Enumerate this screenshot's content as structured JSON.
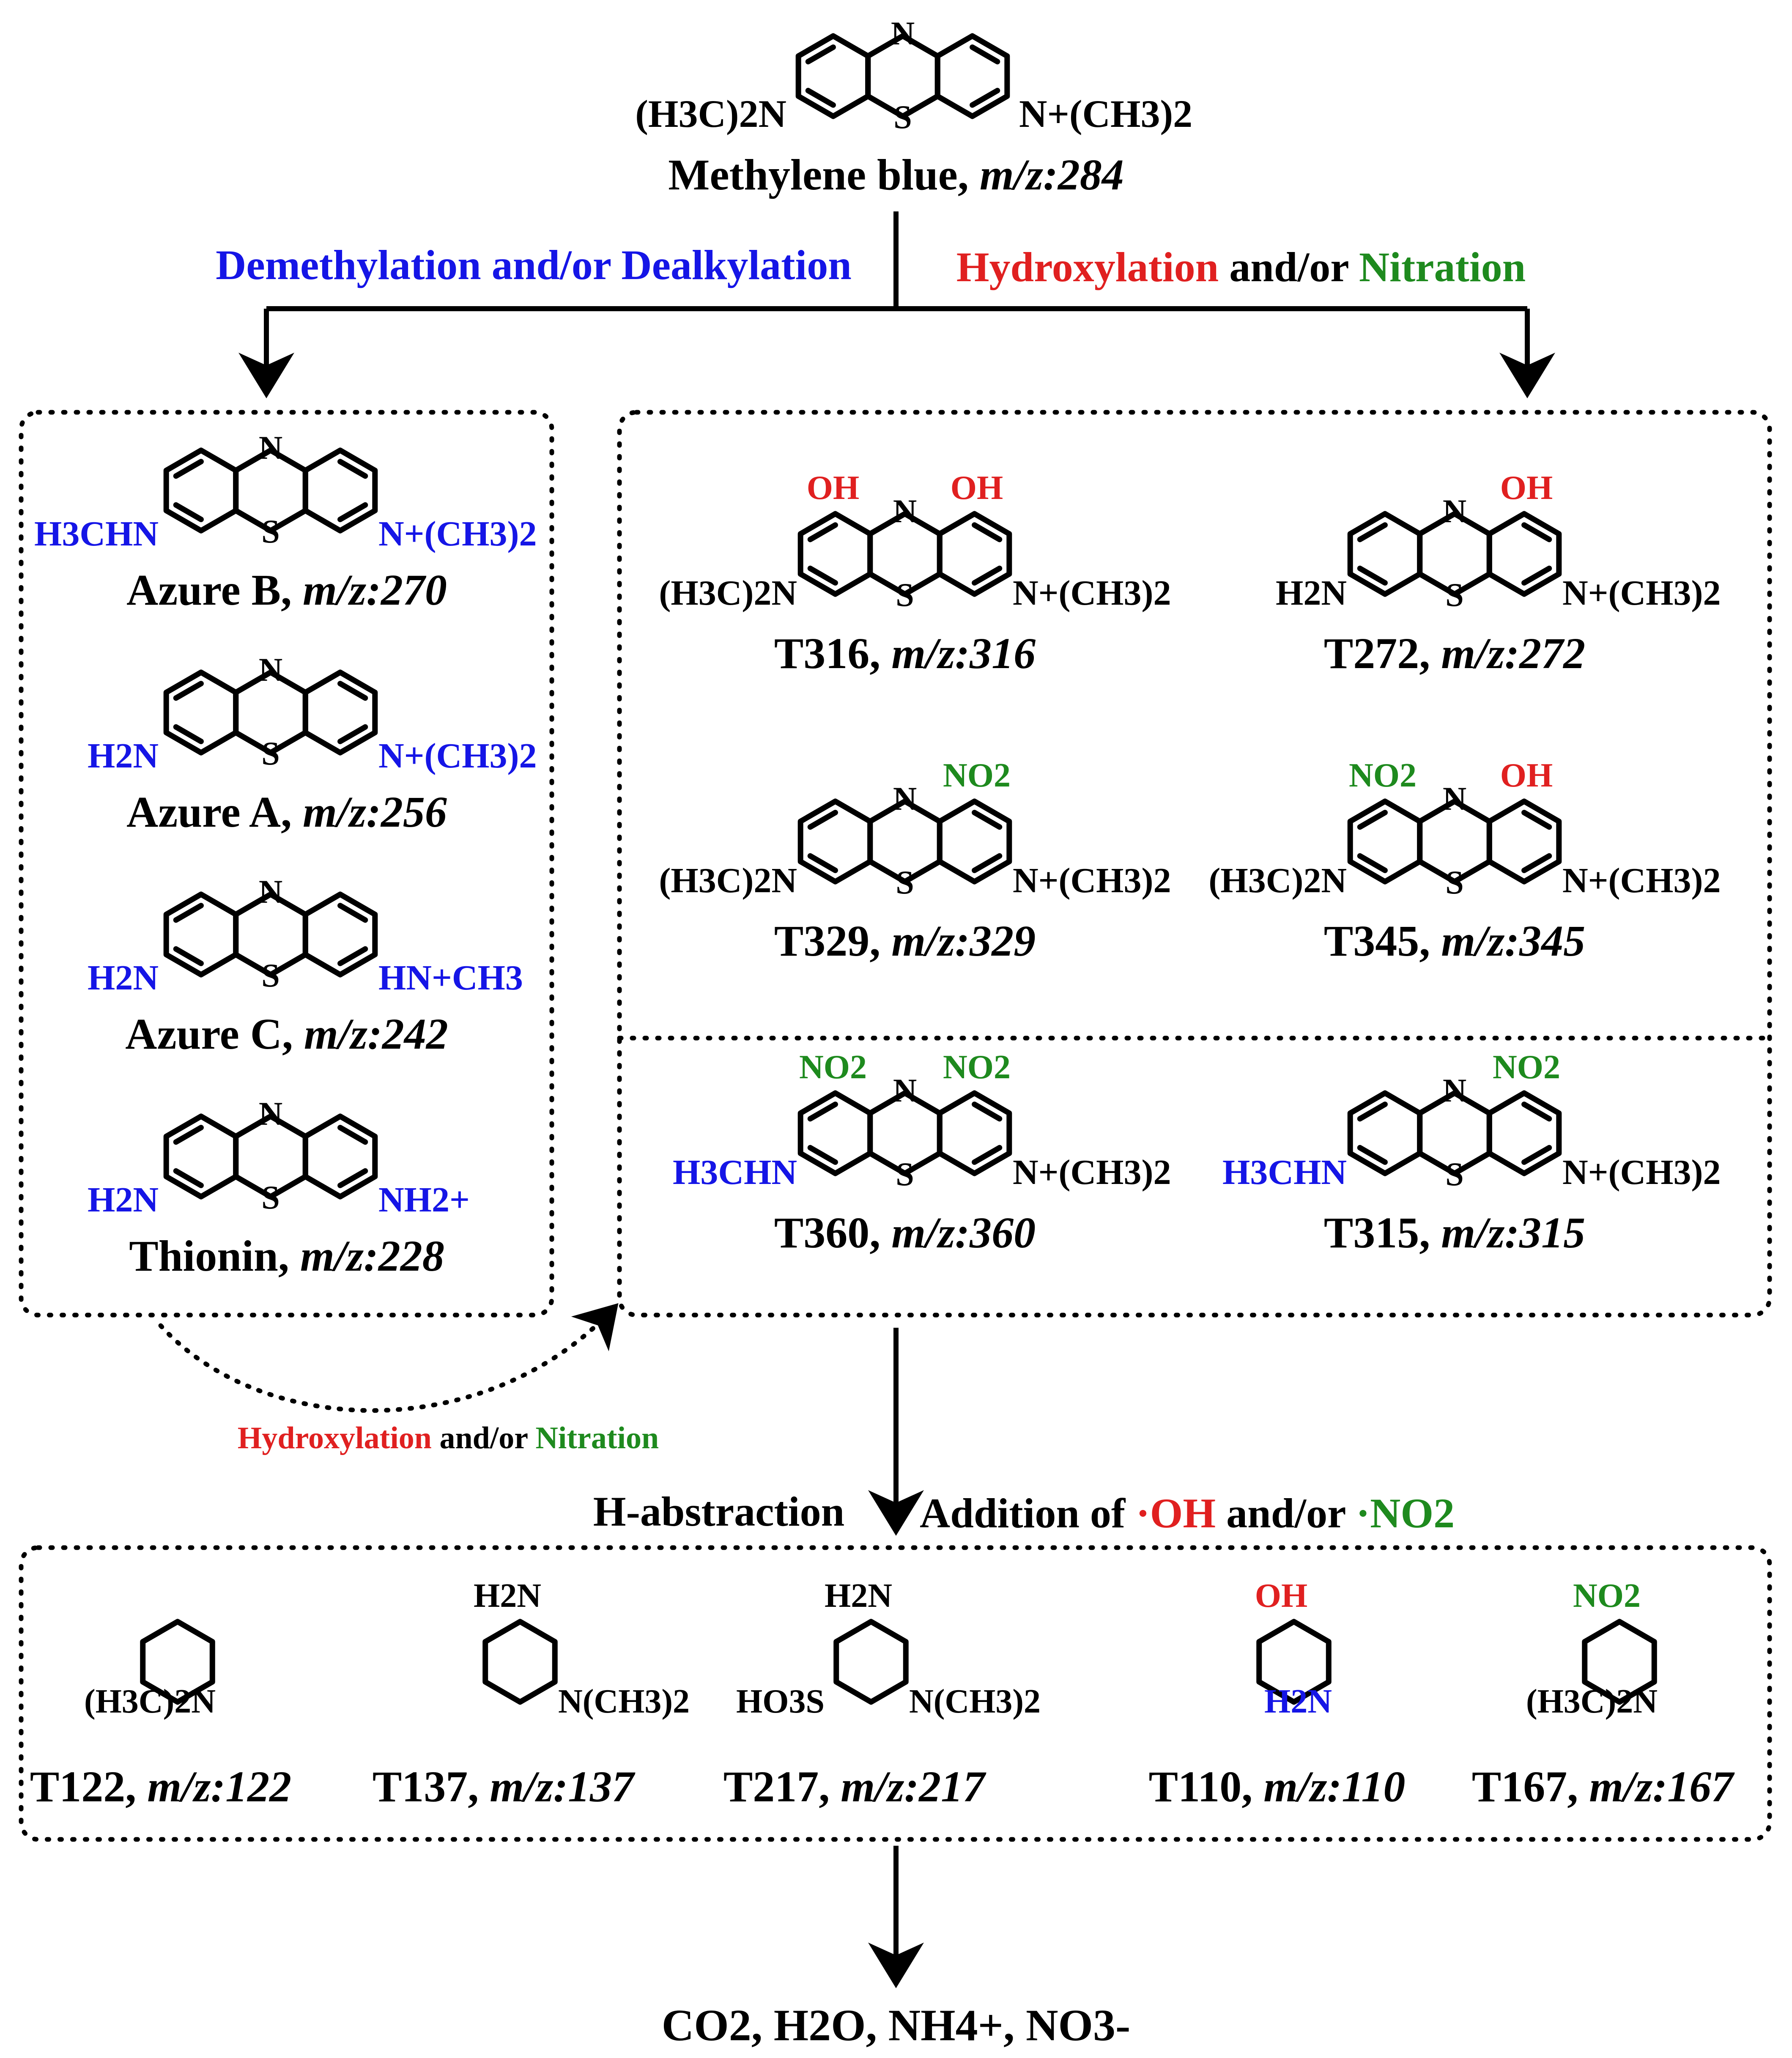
{
  "colors": {
    "black": "#000000",
    "blue": "#1515e6",
    "red": "#e02020",
    "green": "#1e8a1e"
  },
  "top": {
    "mb_left": "(H3C)2N",
    "mb_right": "N+(CH3)2",
    "mb_label_name": "Methylene blue,",
    "mb_label_mz": "m/z:284"
  },
  "branch": {
    "left_label": "Demethylation and/or Dealkylation",
    "right_hydroxylation": "Hydroxylation",
    "right_andor": "and/or",
    "right_nitration": "Nitration"
  },
  "azures": [
    {
      "name": "Azure B,",
      "mz": "m/z:270",
      "left": "H3CHN",
      "right": "N+(CH3)2"
    },
    {
      "name": "Azure A,",
      "mz": "m/z:256",
      "left": "H2N",
      "right": "N+(CH3)2"
    },
    {
      "name": "Azure C,",
      "mz": "m/z:242",
      "left": "H2N",
      "right": "HN+CH3"
    },
    {
      "name": "Thionin,",
      "mz": "m/z:228",
      "left": "H2N",
      "right": "NH2+"
    }
  ],
  "tproducts": [
    {
      "id": "T316",
      "mz": "m/z:316",
      "left": "(H3C)2N",
      "right": "N+(CH3)2",
      "sub1": "OH",
      "sub2": "OH"
    },
    {
      "id": "T272",
      "mz": "m/z:272",
      "left": "H2N",
      "right": "N+(CH3)2",
      "sub2": "OH"
    },
    {
      "id": "T329",
      "mz": "m/z:329",
      "left": "(H3C)2N",
      "right": "N+(CH3)2",
      "sub2": "NO2"
    },
    {
      "id": "T345",
      "mz": "m/z:345",
      "left": "(H3C)2N",
      "right": "N+(CH3)2",
      "sub1": "NO2",
      "sub2": "OH"
    },
    {
      "id": "T360",
      "mz": "m/z:360",
      "left": "H3CHN",
      "right": "N+(CH3)2",
      "sub1": "NO2",
      "sub2": "NO2"
    },
    {
      "id": "T315",
      "mz": "m/z:315",
      "left": "H3CHN",
      "right": "N+(CH3)2",
      "sub2": "NO2"
    }
  ],
  "side_arrow": {
    "hydroxylation": "Hydroxylation",
    "andor": "and/or",
    "nitration": "Nitration"
  },
  "middle": {
    "h_abstraction": "H-abstraction",
    "addition_prefix": "Addition of",
    "oh_radical": "·OH",
    "andor": "and/or",
    "no2_radical": "·NO2"
  },
  "small": [
    {
      "id": "T122",
      "mz": "m/z:122",
      "amine": "(H3C)2N"
    },
    {
      "id": "T137",
      "mz": "m/z:137",
      "top": "H2N",
      "amine": "N(CH3)2"
    },
    {
      "id": "T217",
      "mz": "m/z:217",
      "top": "H2N",
      "side": "HO3S",
      "amine": "N(CH3)2"
    },
    {
      "id": "T110",
      "mz": "m/z:110",
      "top": "OH",
      "amine": "H2N"
    },
    {
      "id": "T167",
      "mz": "m/z:167",
      "top": "NO2",
      "amine": "(H3C)2N"
    }
  ],
  "final": "CO2, H2O, NH4+, NO3-",
  "atoms": {
    "N": "N",
    "S": "S"
  }
}
